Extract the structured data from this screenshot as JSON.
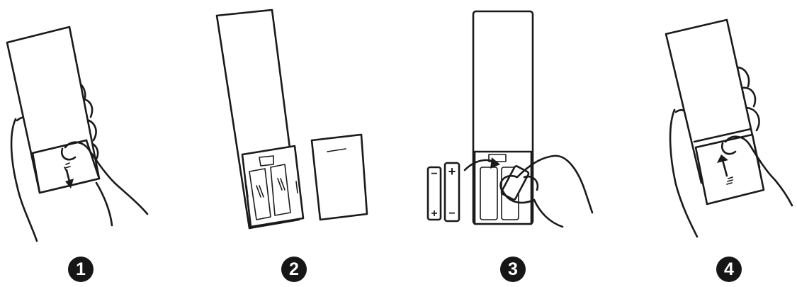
{
  "steps": [
    {
      "number": "1"
    },
    {
      "number": "2"
    },
    {
      "number": "3"
    },
    {
      "number": "4"
    }
  ],
  "battery": {
    "plus": "+",
    "minus": "−"
  },
  "colors": {
    "line": "#1a1a1a",
    "badge": "#161616",
    "background": "#ffffff"
  }
}
